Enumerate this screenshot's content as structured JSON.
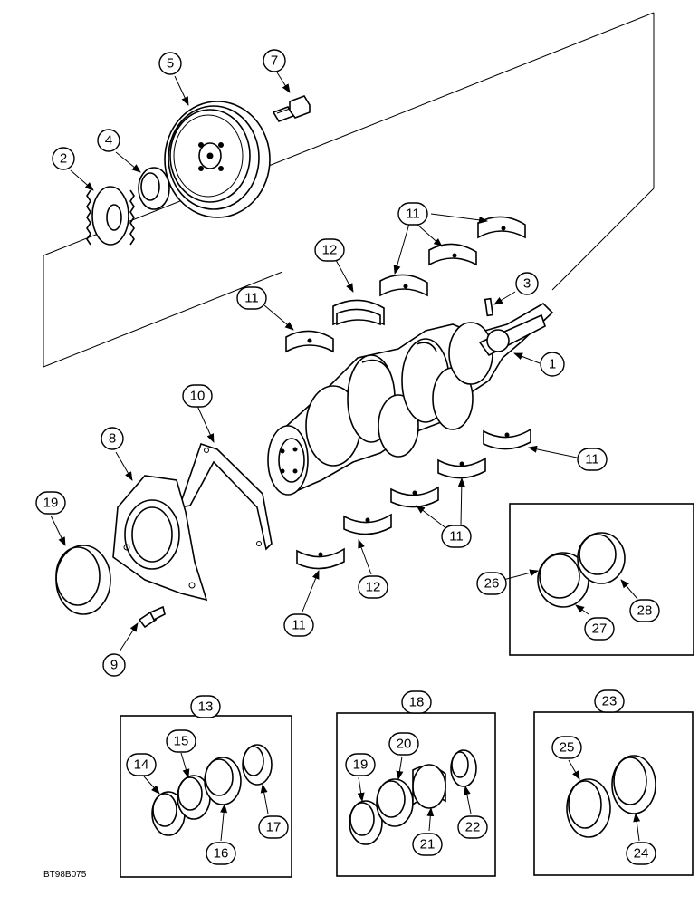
{
  "callouts": {
    "c1": "1",
    "c2": "2",
    "c3": "3",
    "c4": "4",
    "c5": "5",
    "c7": "7",
    "c8": "8",
    "c9": "9",
    "c10": "10",
    "c11a": "11",
    "c11b": "11",
    "c11c": "11",
    "c11d": "11",
    "c11e": "11",
    "c12a": "12",
    "c12b": "12",
    "c13": "13",
    "c14": "14",
    "c15": "15",
    "c16": "16",
    "c17": "17",
    "c18": "18",
    "c19a": "19",
    "c19b": "19",
    "c20": "20",
    "c21": "21",
    "c22": "22",
    "c23": "23",
    "c24": "24",
    "c25": "25",
    "c26": "26",
    "c27": "27",
    "c28": "28"
  },
  "drawing_code": "BT98B075"
}
